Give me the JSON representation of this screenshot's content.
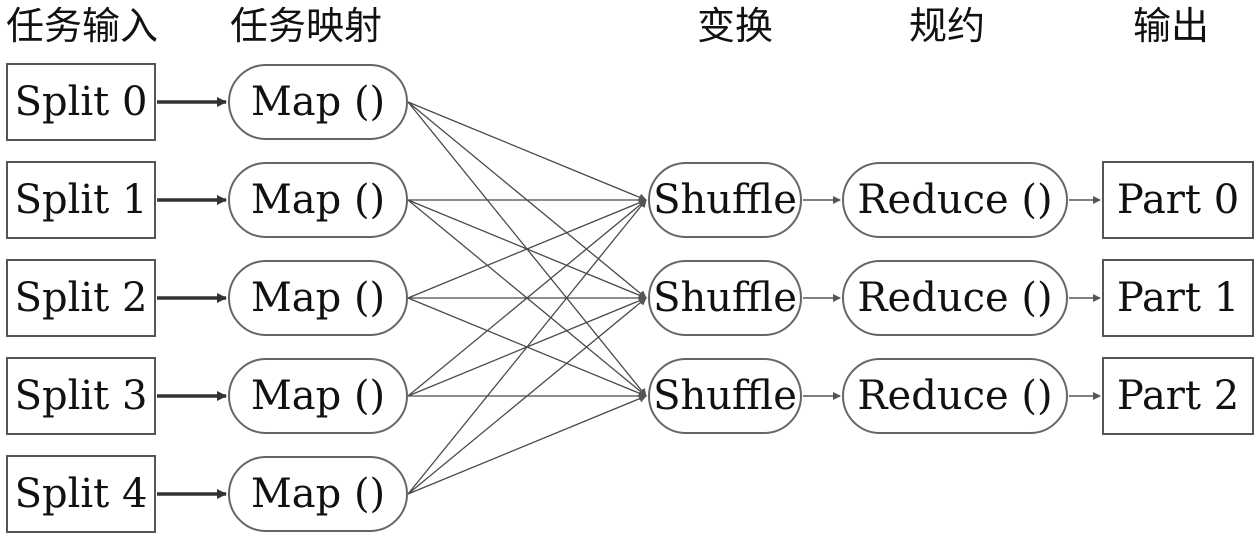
{
  "headers": {
    "input": "任务输入",
    "map": "任务映射",
    "shuffle": "变换",
    "reduce": "规约",
    "output": "输出"
  },
  "splits": [
    "Split 0",
    "Split 1",
    "Split 2",
    "Split 3",
    "Split 4"
  ],
  "maps": [
    "Map ()",
    "Map ()",
    "Map ()",
    "Map ()",
    "Map ()"
  ],
  "shuffles": [
    "Shuffle",
    "Shuffle",
    "Shuffle"
  ],
  "reduces": [
    "Reduce ()",
    "Reduce ()",
    "Reduce ()"
  ],
  "parts": [
    "Part 0",
    "Part 1",
    "Part 2"
  ],
  "colors": {
    "line": "#444444",
    "border": "#555555",
    "text": "#111111"
  }
}
